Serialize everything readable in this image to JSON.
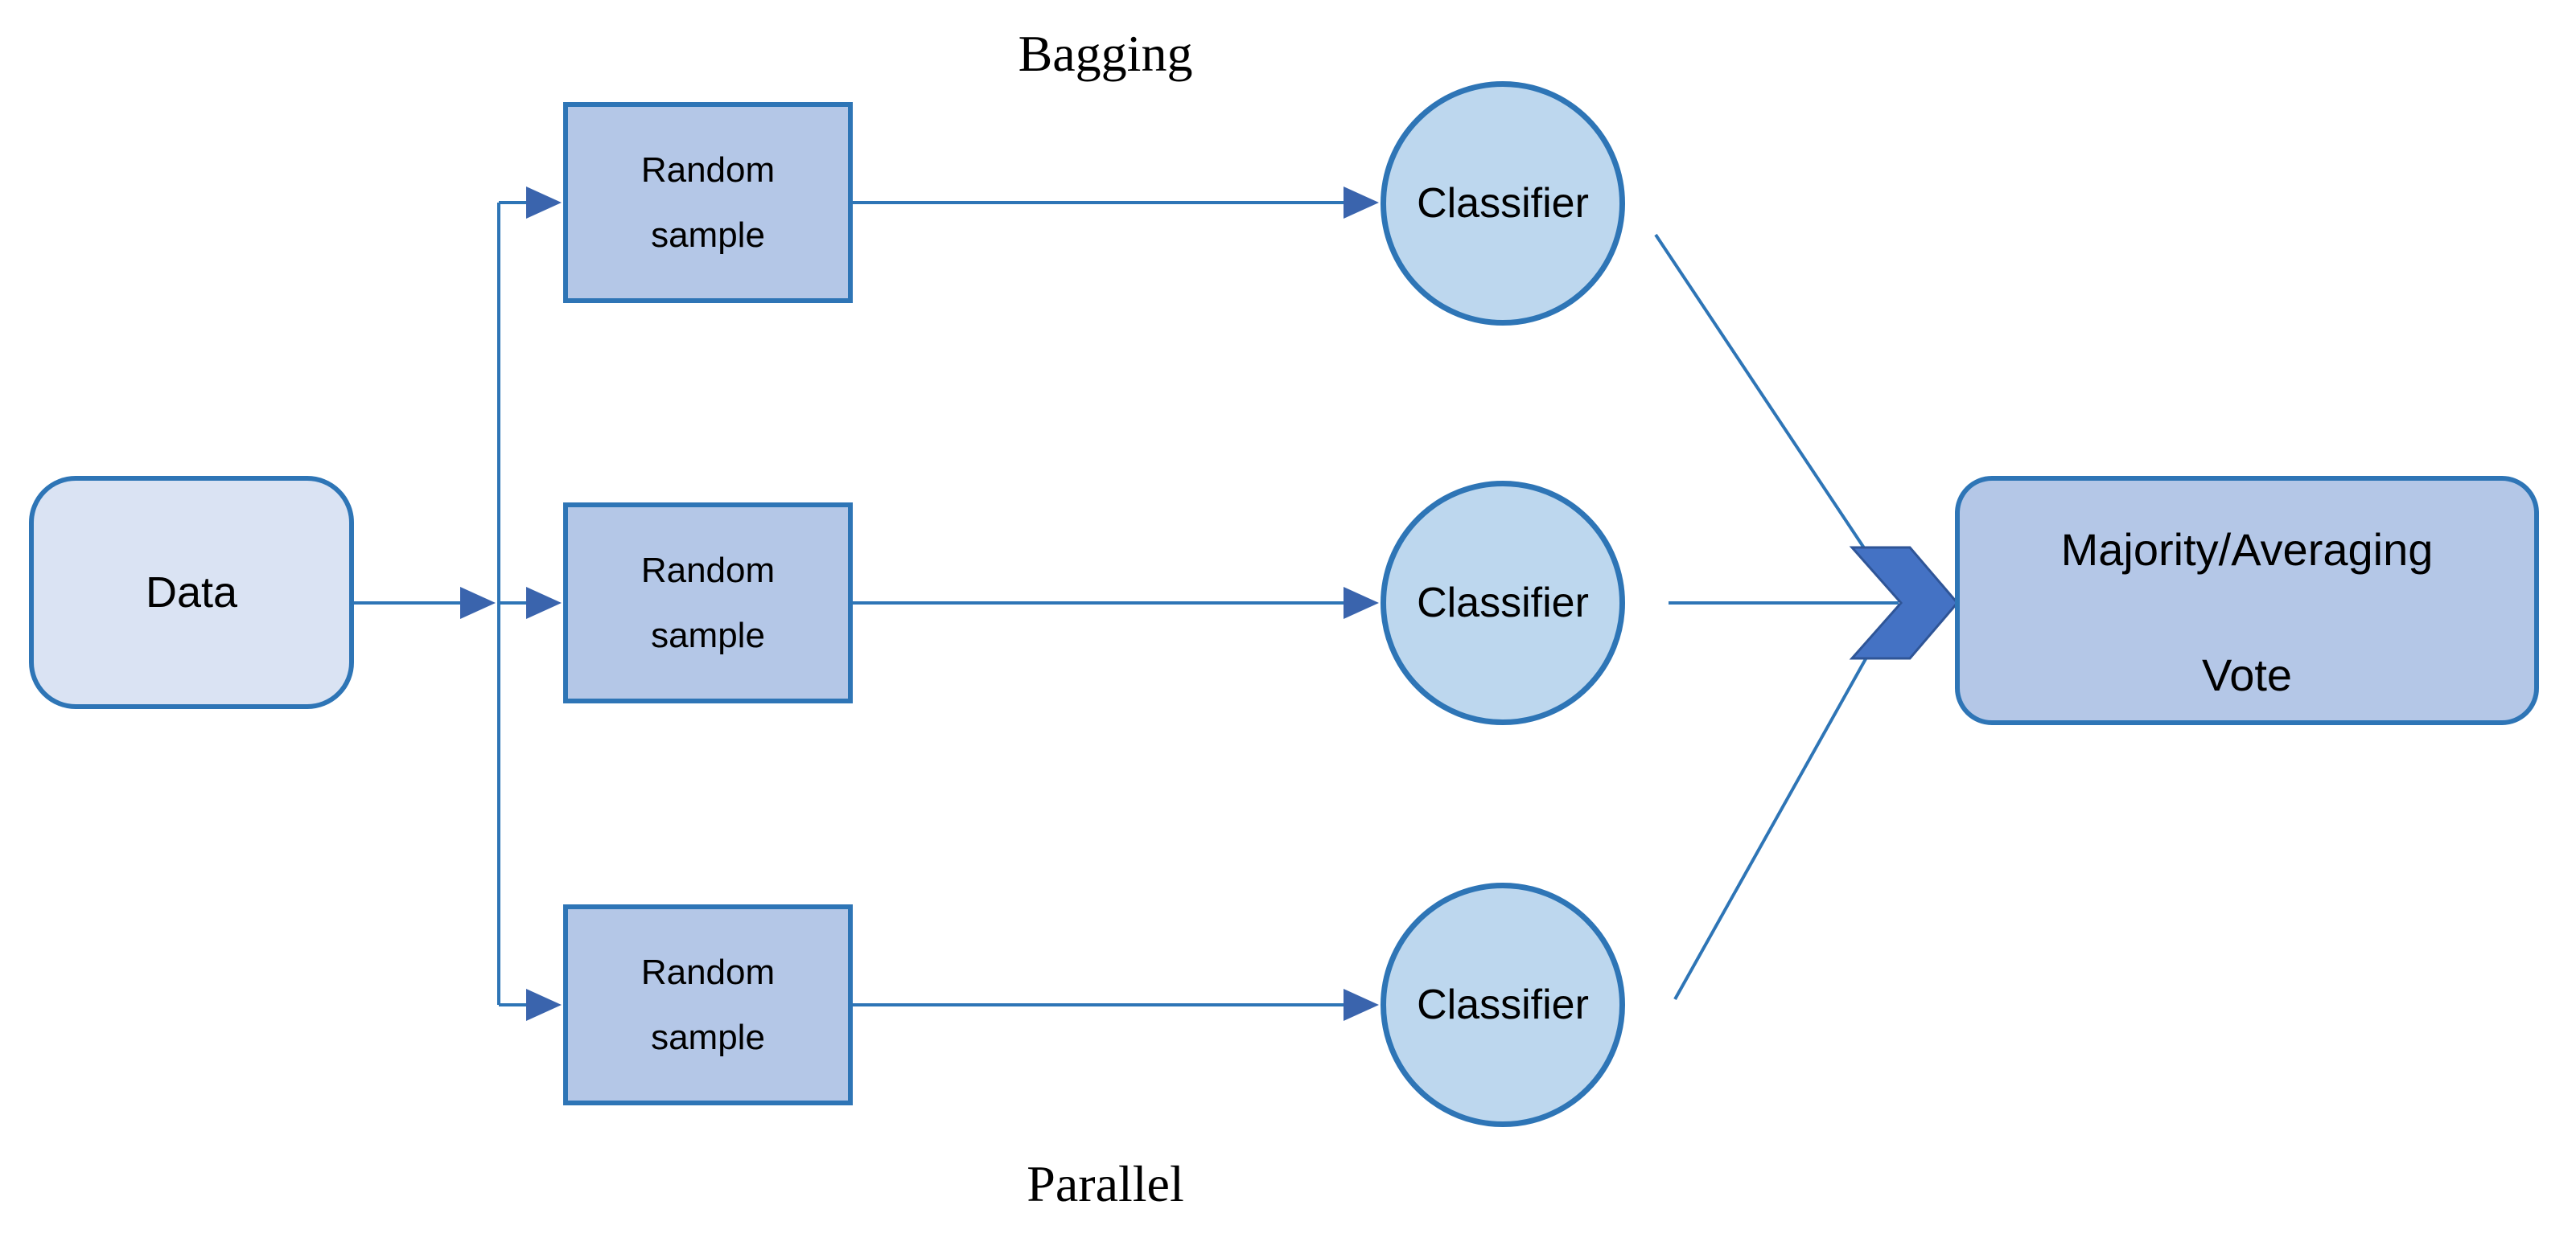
{
  "diagram": {
    "title": "Bagging",
    "footer": "Parallel",
    "data_node": {
      "label": "Data"
    },
    "sample_nodes": [
      {
        "line1": "Random",
        "line2": "sample"
      },
      {
        "line1": "Random",
        "line2": "sample"
      },
      {
        "line1": "Random",
        "line2": "sample"
      }
    ],
    "classifier_nodes": [
      {
        "label": "Classifier"
      },
      {
        "label": "Classifier"
      },
      {
        "label": "Classifier"
      }
    ],
    "vote_node": {
      "line1": "Majority/Averaging",
      "line2": "Vote"
    },
    "icons": {
      "merge_arrow": "chevron-right-icon",
      "connector_arrowhead": "arrowhead-right-icon"
    },
    "colors": {
      "node_border": "#2e75b6",
      "connector_line": "#2e75b6",
      "arrowhead_fill": "#3a64ad",
      "data_fill": "#dae3f3",
      "sample_fill": "#b4c7e7",
      "classifier_fill": "#bdd7ee",
      "vote_fill": "#b4c7e7",
      "chevron_fill": "#4472c4",
      "chevron_border": "#2f5597",
      "text": "#000000",
      "background": "#ffffff"
    }
  }
}
